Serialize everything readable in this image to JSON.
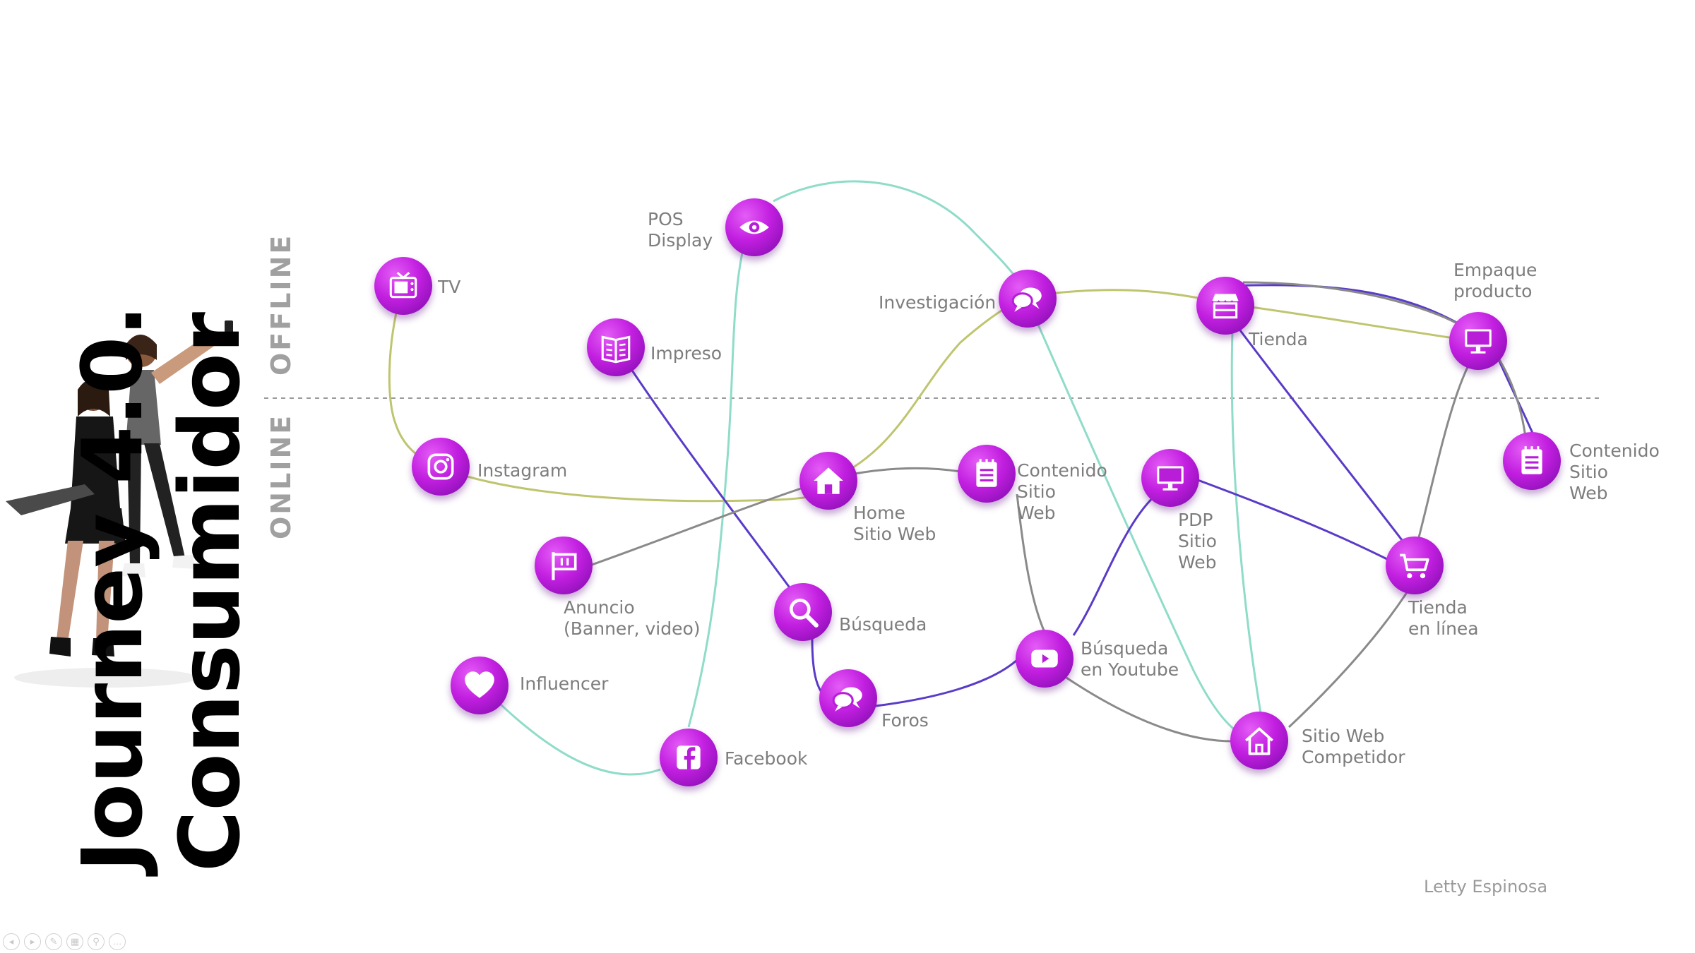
{
  "title": {
    "line1": "Journey 4.0.",
    "line2": "Consumidor"
  },
  "zones": {
    "offline": "OFFLINE",
    "online": "ONLINE"
  },
  "nodes": {
    "tv": "TV",
    "pos": "POS\nDisplay",
    "impreso": "Impreso",
    "investigacion": "Investigación",
    "tienda": "Tienda",
    "empaque": "Empaque\nproducto",
    "contenido_right": "Contenido\nSitio\nWeb",
    "instagram": "Instagram",
    "home": "Home\nSitio Web",
    "contenido_mid": "Contenido\nSitio\nWeb",
    "pdp": "PDP\nSitio\nWeb",
    "tienda_linea": "Tienda\nen línea",
    "anuncio": "Anuncio\n(Banner, video)",
    "busqueda": "Búsqueda",
    "busqueda_youtube": "Búsqueda\nen Youtube",
    "influencer": "Influencer",
    "foros": "Foros",
    "facebook": "Facebook",
    "competidor": "Sitio Web\nCompetidor"
  },
  "icons": {
    "tv": "tv-icon",
    "pos": "eye-icon",
    "impreso": "newspaper-icon",
    "investigacion": "chat-bubbles-icon",
    "tienda": "storefront-icon",
    "empaque": "monitor-icon",
    "contenido_right": "notepad-icon",
    "instagram": "instagram-icon",
    "home": "home-icon",
    "contenido_mid": "notepad-icon",
    "pdp": "monitor-icon",
    "tienda_linea": "shopping-cart-icon",
    "anuncio": "flag-icon",
    "busqueda": "magnifier-icon",
    "busqueda_youtube": "play-button-icon",
    "influencer": "heart-icon",
    "foros": "chat-bubbles-icon",
    "facebook": "facebook-icon",
    "competidor": "house-outline-icon"
  },
  "connection_colors": {
    "olive": "#bfc56e",
    "teal": "#8fdcc8",
    "indigo": "#5a3bc8",
    "gray": "#8a8a8a",
    "divider": "#9a9a9a"
  },
  "node_color": "#c21fe0",
  "author": "Letty Espinosa"
}
